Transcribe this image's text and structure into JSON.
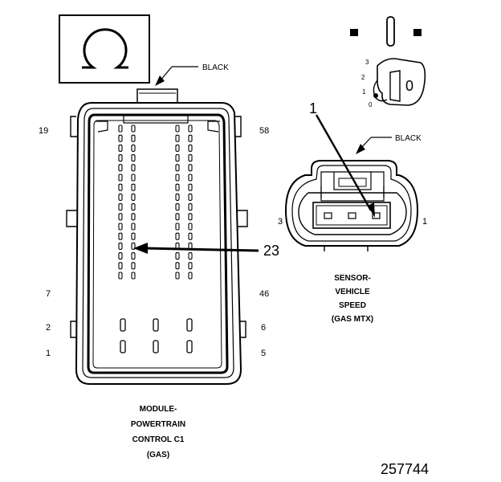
{
  "pcm_connector": {
    "color_label": "BLACK",
    "pin_labels": {
      "top_left": "19",
      "top_right": "58",
      "mid_left": "7",
      "mid_right": "46",
      "lower_left_2": "2",
      "lower_right_6": "6",
      "bottom_left": "1",
      "bottom_right": "5"
    },
    "callout": "23",
    "caption": [
      "MODULE-",
      "POWERTRAIN",
      "CONTROL C1",
      "(GAS)"
    ]
  },
  "vss_connector": {
    "color_label": "BLACK",
    "pin_left": "3",
    "pin_right": "1",
    "callout": "1",
    "caption": [
      "SENSOR-",
      "VEHICLE",
      "SPEED",
      "(GAS MTX)"
    ]
  },
  "ohm_symbol": "Ω",
  "key_switch": {
    "positions": [
      "3",
      "2",
      "1",
      "0"
    ],
    "key_label": "0"
  },
  "figure_id": "257744"
}
